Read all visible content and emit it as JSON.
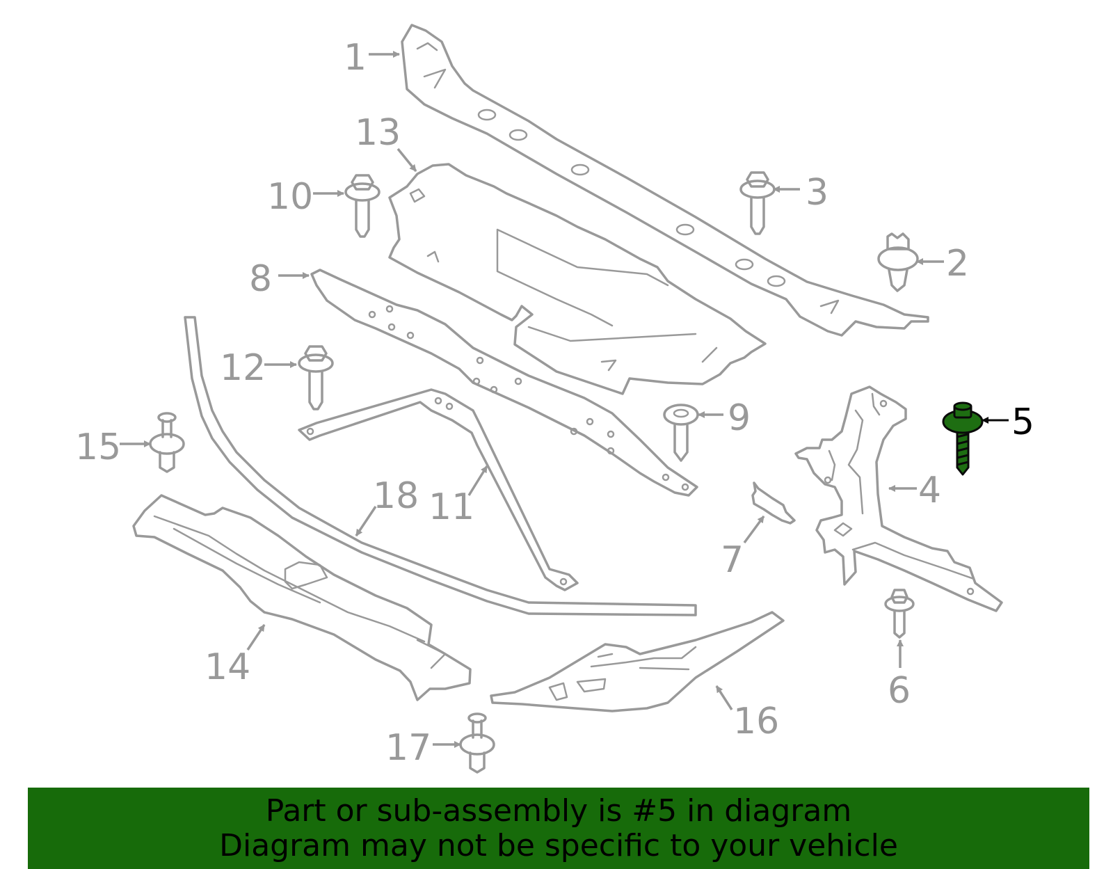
{
  "diagram": {
    "callouts": [
      "1",
      "2",
      "3",
      "4",
      "5",
      "6",
      "7",
      "8",
      "9",
      "10",
      "11",
      "12",
      "13",
      "14",
      "15",
      "16",
      "17",
      "18"
    ],
    "highlighted": "5",
    "colors": {
      "outline": "#999999",
      "highlight_fill": "#1e6e12",
      "highlight_label": "#000000",
      "banner": "#176b0a"
    }
  },
  "banner": {
    "line1": "Part or sub-assembly is #5 in diagram",
    "line2": "Diagram may not be specific to your vehicle"
  }
}
